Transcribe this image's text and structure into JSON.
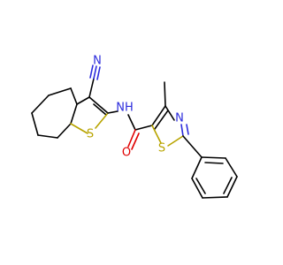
{
  "molecule": {
    "atoms": {
      "nitrile_n": "N",
      "amide_nh": "NH",
      "carbonyl_o": "O",
      "thiophene_s": "S",
      "thiazole_n": "N",
      "thiazole_s": "S"
    },
    "colors": {
      "carbon": "#000000",
      "nitrogen": "#2b2bdc",
      "oxygen": "#e00000",
      "sulfur": "#b8a400"
    }
  }
}
